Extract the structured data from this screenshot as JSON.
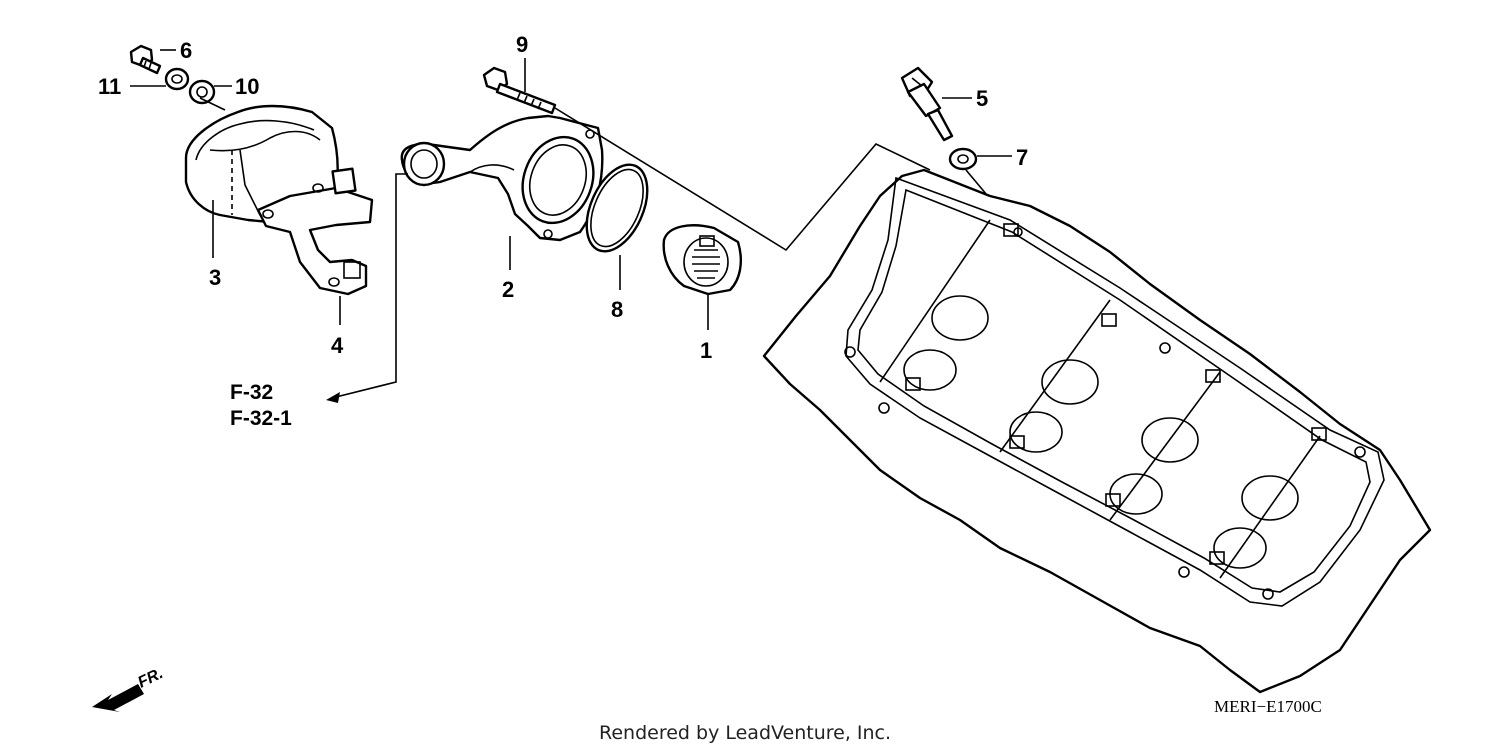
{
  "callouts": {
    "c1": "1",
    "c2": "2",
    "c3": "3",
    "c4": "4",
    "c5": "5",
    "c6": "6",
    "c7": "7",
    "c8": "8",
    "c9": "9",
    "c10": "10",
    "c11": "11"
  },
  "references": {
    "ref1": "F-32",
    "ref2": "F-32-1"
  },
  "direction_label": "FR.",
  "diagram_code": "MERI−E1700C",
  "credit": "Rendered by LeadVenture, Inc."
}
